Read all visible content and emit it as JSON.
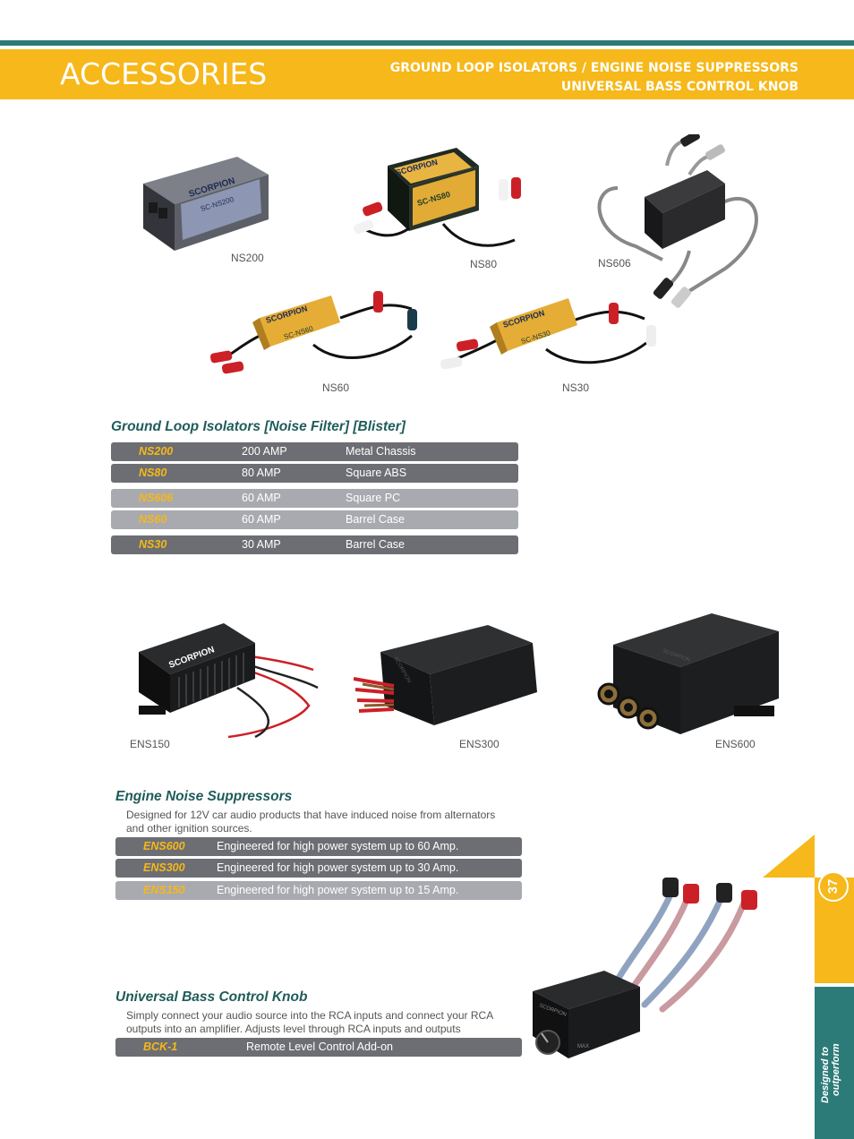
{
  "header": {
    "title": "ACCESSORIES",
    "subtitle_line1": "GROUND LOOP ISOLATORS /  ENGINE NOISE SUPPRESSORS",
    "subtitle_line2": "UNIVERSAL BASS CONTROL KNOB"
  },
  "product_captions": {
    "ns200": "NS200",
    "ns80": "NS80",
    "ns606": "NS606",
    "ns60": "NS60",
    "ns30": "NS30",
    "ens150": "ENS150",
    "ens300": "ENS300",
    "ens600": "ENS600"
  },
  "product_labels": {
    "brand": "SCORPION",
    "ns200_model": "SC-NS200",
    "ns80_model": "SC-NS80",
    "ns60_model": "SC-NS60",
    "ns30_model": "SC-NS30",
    "bck_max": "MAX"
  },
  "ground_loop": {
    "title": "Ground Loop Isolators [Noise Filter] [Blister]",
    "rows": [
      {
        "code": "NS200",
        "amp": "200 AMP",
        "type": "Metal Chassis",
        "shade": "dark"
      },
      {
        "code": "NS80",
        "amp": "80 AMP",
        "type": "Square ABS",
        "shade": "dark"
      },
      {
        "code": "NS606",
        "amp": "60 AMP",
        "type": "Square PC",
        "shade": "light"
      },
      {
        "code": "NS60",
        "amp": "60 AMP",
        "type": "Barrel Case",
        "shade": "light"
      },
      {
        "code": "NS30",
        "amp": "30 AMP",
        "type": "Barrel Case",
        "shade": "dark"
      }
    ]
  },
  "engine_noise": {
    "title": "Engine Noise Suppressors",
    "desc_line1": "Designed for 12V car audio products that have induced noise from alternators",
    "desc_line2": "and other ignition sources.",
    "rows": [
      {
        "code": "ENS600",
        "text": "Engineered for high power system up to 60 Amp.",
        "shade": "dark"
      },
      {
        "code": "ENS300",
        "text": "Engineered for high power system up to 30 Amp.",
        "shade": "dark"
      },
      {
        "code": "ENS150",
        "text": "Engineered for high power system up to 15 Amp.",
        "shade": "light"
      }
    ]
  },
  "bass_knob": {
    "title": "Universal Bass Control Knob",
    "desc_line1": "Simply connect your audio source into the RCA inputs and connect your RCA",
    "desc_line2": "outputs into an amplifier. Adjusts level through RCA inputs and outputs",
    "rows": [
      {
        "code": "BCK-1",
        "text": "Remote Level Control Add-on",
        "shade": "dark"
      }
    ]
  },
  "side_tab": {
    "page_number": "37",
    "tagline_line1": "Designed to",
    "tagline_line2": "outperform"
  },
  "colors": {
    "accent_yellow": "#f6b81a",
    "teal": "#2c7b79",
    "row_dark": "#6c6e73",
    "row_light": "#a8aaaf"
  }
}
